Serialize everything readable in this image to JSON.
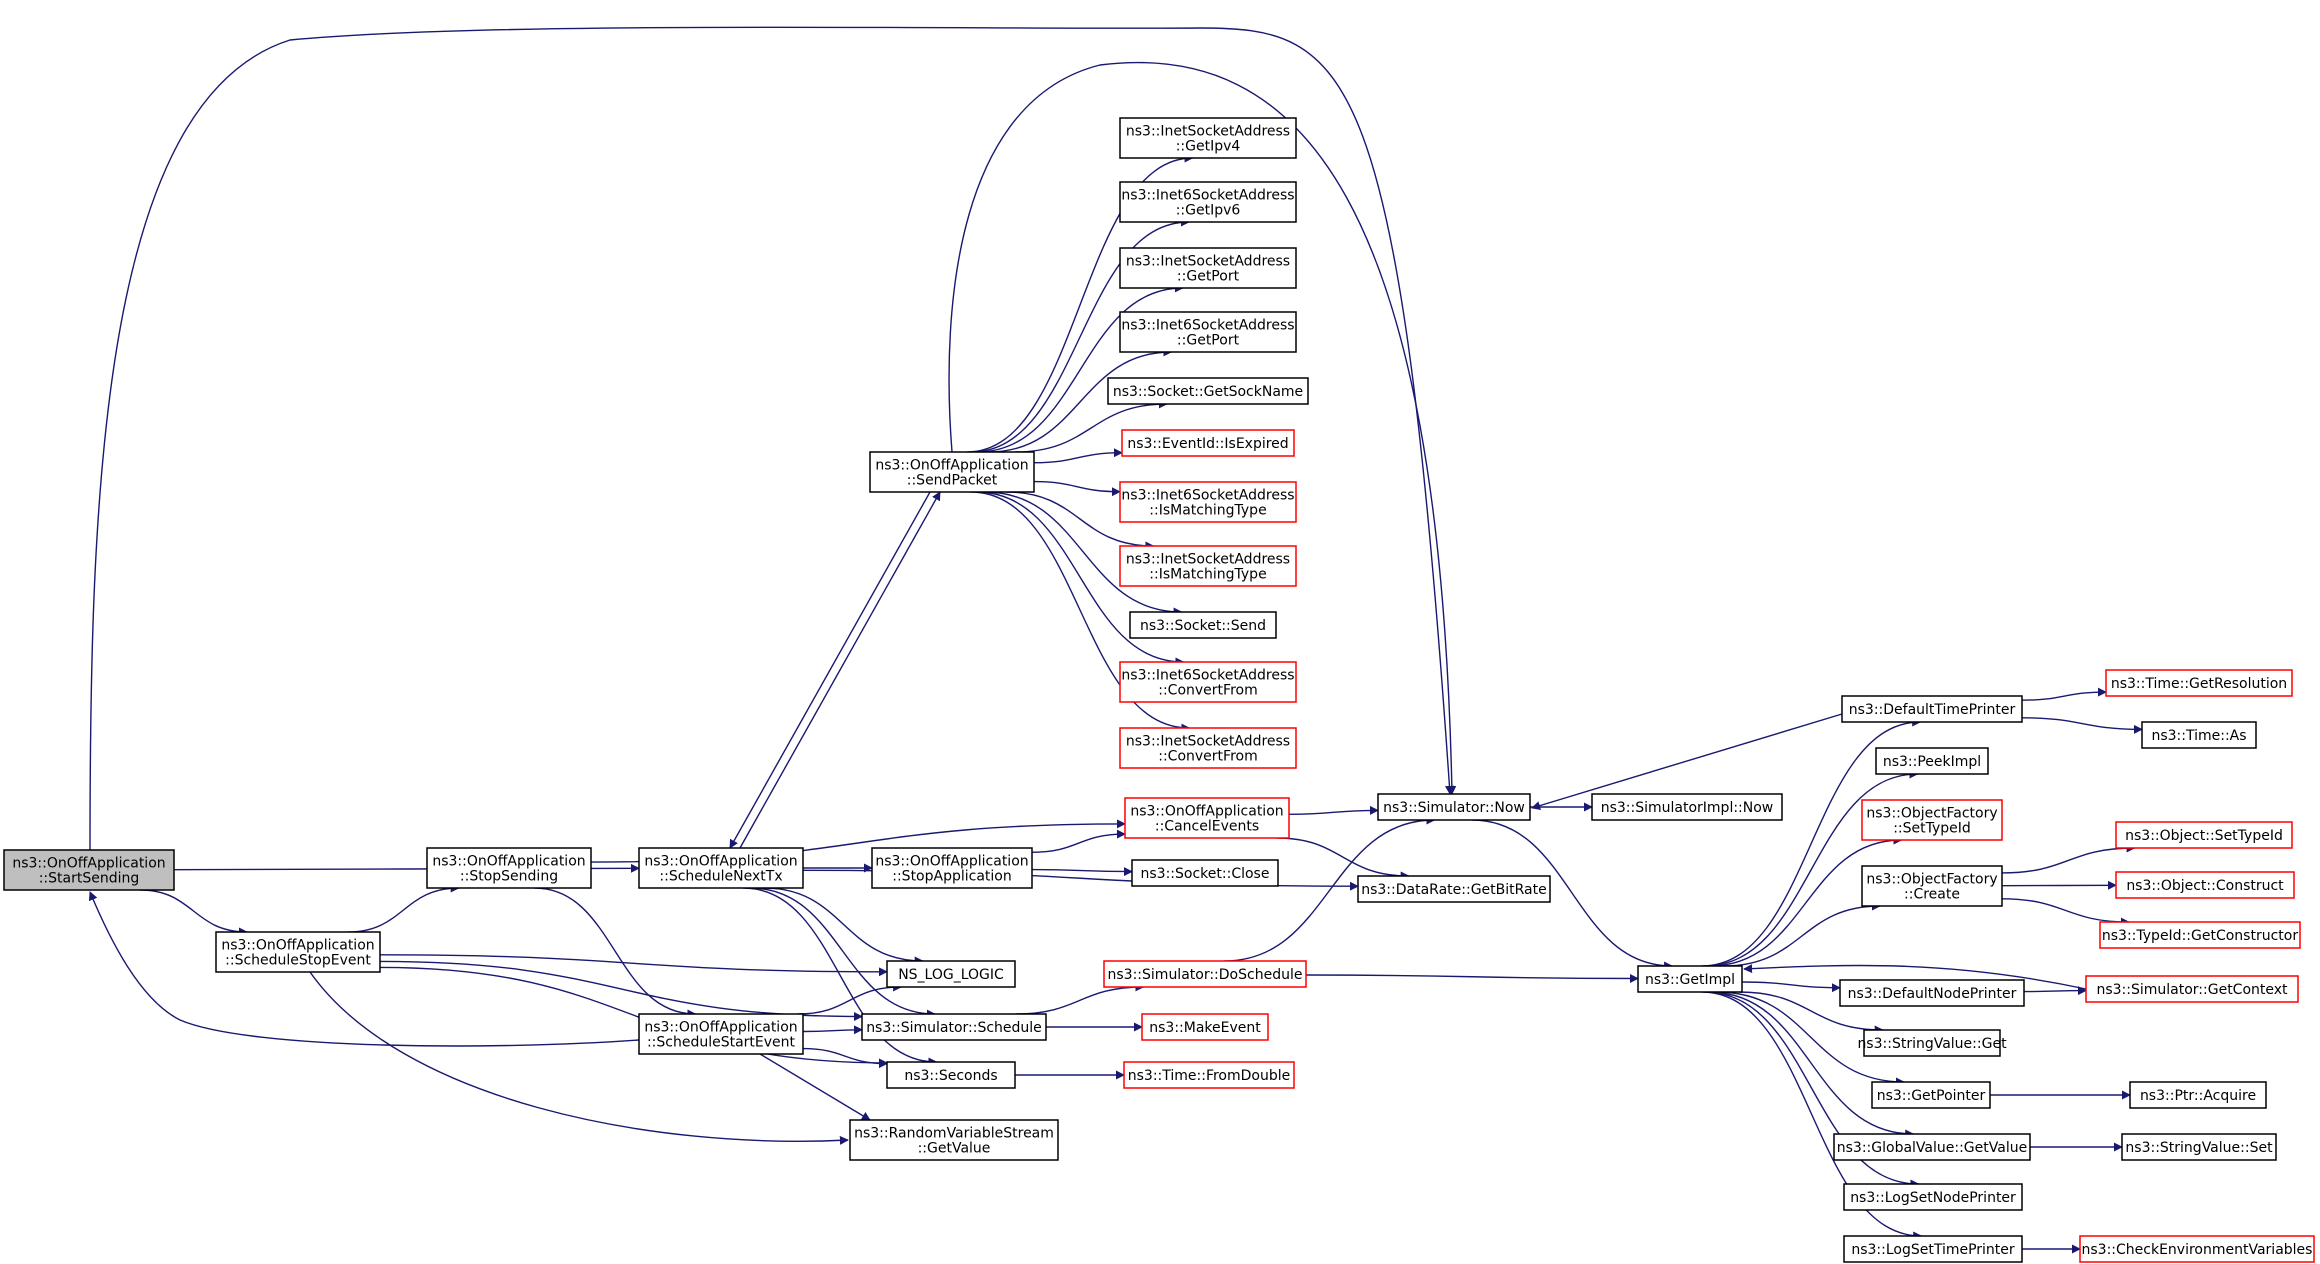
{
  "nodes": [
    {
      "id": "start_sending",
      "lines": [
        "ns3::OnOffApplication",
        "::StartSending"
      ],
      "style": "root"
    },
    {
      "id": "schedule_stop_event",
      "lines": [
        "ns3::OnOffApplication",
        "::ScheduleStopEvent"
      ],
      "style": "normal"
    },
    {
      "id": "stop_sending",
      "lines": [
        "ns3::OnOffApplication",
        "::StopSending"
      ],
      "style": "normal"
    },
    {
      "id": "schedule_next_tx",
      "lines": [
        "ns3::OnOffApplication",
        "::ScheduleNextTx"
      ],
      "style": "normal"
    },
    {
      "id": "schedule_start_event",
      "lines": [
        "ns3::OnOffApplication",
        "::ScheduleStartEvent"
      ],
      "style": "normal"
    },
    {
      "id": "send_packet",
      "lines": [
        "ns3::OnOffApplication",
        "::SendPacket"
      ],
      "style": "normal"
    },
    {
      "id": "stop_application",
      "lines": [
        "ns3::OnOffApplication",
        "::StopApplication"
      ],
      "style": "normal"
    },
    {
      "id": "cancel_events",
      "lines": [
        "ns3::OnOffApplication",
        "::CancelEvents"
      ],
      "style": "missing"
    },
    {
      "id": "ns_log_logic",
      "lines": [
        "NS_LOG_LOGIC"
      ],
      "style": "normal"
    },
    {
      "id": "simulator_schedule",
      "lines": [
        "ns3::Simulator::Schedule"
      ],
      "style": "normal"
    },
    {
      "id": "seconds",
      "lines": [
        "ns3::Seconds"
      ],
      "style": "normal"
    },
    {
      "id": "rvs_getvalue",
      "lines": [
        "ns3::RandomVariableStream",
        "::GetValue"
      ],
      "style": "normal"
    },
    {
      "id": "get_ipv4",
      "lines": [
        "ns3::InetSocketAddress",
        "::GetIpv4"
      ],
      "style": "normal"
    },
    {
      "id": "get_ipv6",
      "lines": [
        "ns3::Inet6SocketAddress",
        "::GetIpv6"
      ],
      "style": "normal"
    },
    {
      "id": "inet_get_port",
      "lines": [
        "ns3::InetSocketAddress",
        "::GetPort"
      ],
      "style": "normal"
    },
    {
      "id": "inet6_get_port",
      "lines": [
        "ns3::Inet6SocketAddress",
        "::GetPort"
      ],
      "style": "normal"
    },
    {
      "id": "get_sock_name",
      "lines": [
        "ns3::Socket::GetSockName"
      ],
      "style": "normal"
    },
    {
      "id": "is_expired",
      "lines": [
        "ns3::EventId::IsExpired"
      ],
      "style": "missing"
    },
    {
      "id": "inet6_is_matching",
      "lines": [
        "ns3::Inet6SocketAddress",
        "::IsMatchingType"
      ],
      "style": "missing"
    },
    {
      "id": "inet_is_matching",
      "lines": [
        "ns3::InetSocketAddress",
        "::IsMatchingType"
      ],
      "style": "missing"
    },
    {
      "id": "socket_send",
      "lines": [
        "ns3::Socket::Send"
      ],
      "style": "normal"
    },
    {
      "id": "inet6_convert_from",
      "lines": [
        "ns3::Inet6SocketAddress",
        "::ConvertFrom"
      ],
      "style": "missing"
    },
    {
      "id": "inet_convert_from",
      "lines": [
        "ns3::InetSocketAddress",
        "::ConvertFrom"
      ],
      "style": "missing"
    },
    {
      "id": "socket_close",
      "lines": [
        "ns3::Socket::Close"
      ],
      "style": "normal"
    },
    {
      "id": "do_schedule",
      "lines": [
        "ns3::Simulator::DoSchedule"
      ],
      "style": "missing"
    },
    {
      "id": "make_event",
      "lines": [
        "ns3::MakeEvent"
      ],
      "style": "missing"
    },
    {
      "id": "from_double",
      "lines": [
        "ns3::Time::FromDouble"
      ],
      "style": "missing"
    },
    {
      "id": "simulator_now",
      "lines": [
        "ns3::Simulator::Now"
      ],
      "style": "normal"
    },
    {
      "id": "get_bit_rate",
      "lines": [
        "ns3::DataRate::GetBitRate"
      ],
      "style": "normal"
    },
    {
      "id": "simimpl_now",
      "lines": [
        "ns3::SimulatorImpl::Now"
      ],
      "style": "normal"
    },
    {
      "id": "get_impl",
      "lines": [
        "ns3::GetImpl"
      ],
      "style": "normal"
    },
    {
      "id": "default_time_printer",
      "lines": [
        "ns3::DefaultTimePrinter"
      ],
      "style": "normal"
    },
    {
      "id": "peek_impl",
      "lines": [
        "ns3::PeekImpl"
      ],
      "style": "normal"
    },
    {
      "id": "of_set_type_id",
      "lines": [
        "ns3::ObjectFactory",
        "::SetTypeId"
      ],
      "style": "missing"
    },
    {
      "id": "of_create",
      "lines": [
        "ns3::ObjectFactory",
        "::Create"
      ],
      "style": "normal"
    },
    {
      "id": "default_node_printer",
      "lines": [
        "ns3::DefaultNodePrinter"
      ],
      "style": "normal"
    },
    {
      "id": "string_value_get",
      "lines": [
        "ns3::StringValue::Get"
      ],
      "style": "normal"
    },
    {
      "id": "get_pointer",
      "lines": [
        "ns3::GetPointer"
      ],
      "style": "normal"
    },
    {
      "id": "global_value_get",
      "lines": [
        "ns3::GlobalValue::GetValue"
      ],
      "style": "normal"
    },
    {
      "id": "log_set_node_printer",
      "lines": [
        "ns3::LogSetNodePrinter"
      ],
      "style": "normal"
    },
    {
      "id": "log_set_time_printer",
      "lines": [
        "ns3::LogSetTimePrinter"
      ],
      "style": "normal"
    },
    {
      "id": "time_get_resolution",
      "lines": [
        "ns3::Time::GetResolution"
      ],
      "style": "missing"
    },
    {
      "id": "time_as",
      "lines": [
        "ns3::Time::As"
      ],
      "style": "normal"
    },
    {
      "id": "object_set_type_id",
      "lines": [
        "ns3::Object::SetTypeId"
      ],
      "style": "missing"
    },
    {
      "id": "object_construct",
      "lines": [
        "ns3::Object::Construct"
      ],
      "style": "missing"
    },
    {
      "id": "typeid_get_constructor",
      "lines": [
        "ns3::TypeId::GetConstructor"
      ],
      "style": "missing"
    },
    {
      "id": "simulator_get_context",
      "lines": [
        "ns3::Simulator::GetContext"
      ],
      "style": "missing"
    },
    {
      "id": "ptr_acquire",
      "lines": [
        "ns3::Ptr::Acquire"
      ],
      "style": "normal"
    },
    {
      "id": "string_value_set",
      "lines": [
        "ns3::StringValue::Set"
      ],
      "style": "normal"
    },
    {
      "id": "check_env_vars",
      "lines": [
        "ns3::CheckEnvironmentVariables"
      ],
      "style": "missing"
    }
  ],
  "edges": [
    [
      "start_sending",
      "schedule_stop_event"
    ],
    [
      "start_sending",
      "schedule_next_tx"
    ],
    [
      "start_sending",
      "simulator_now"
    ],
    [
      "schedule_stop_event",
      "stop_sending"
    ],
    [
      "schedule_stop_event",
      "ns_log_logic"
    ],
    [
      "schedule_stop_event",
      "simulator_schedule"
    ],
    [
      "schedule_stop_event",
      "seconds"
    ],
    [
      "schedule_stop_event",
      "rvs_getvalue"
    ],
    [
      "stop_sending",
      "cancel_events"
    ],
    [
      "stop_sending",
      "schedule_start_event"
    ],
    [
      "schedule_start_event",
      "start_sending"
    ],
    [
      "schedule_start_event",
      "ns_log_logic"
    ],
    [
      "schedule_start_event",
      "simulator_schedule"
    ],
    [
      "schedule_start_event",
      "seconds"
    ],
    [
      "schedule_start_event",
      "rvs_getvalue"
    ],
    [
      "schedule_next_tx",
      "send_packet"
    ],
    [
      "send_packet",
      "schedule_next_tx"
    ],
    [
      "schedule_next_tx",
      "stop_application"
    ],
    [
      "schedule_next_tx",
      "get_bit_rate"
    ],
    [
      "schedule_next_tx",
      "ns_log_logic"
    ],
    [
      "schedule_next_tx",
      "simulator_schedule"
    ],
    [
      "schedule_next_tx",
      "seconds"
    ],
    [
      "stop_application",
      "cancel_events"
    ],
    [
      "stop_application",
      "socket_close"
    ],
    [
      "send_packet",
      "get_ipv4"
    ],
    [
      "send_packet",
      "get_ipv6"
    ],
    [
      "send_packet",
      "inet_get_port"
    ],
    [
      "send_packet",
      "inet6_get_port"
    ],
    [
      "send_packet",
      "get_sock_name"
    ],
    [
      "send_packet",
      "is_expired"
    ],
    [
      "send_packet",
      "inet6_is_matching"
    ],
    [
      "send_packet",
      "inet_is_matching"
    ],
    [
      "send_packet",
      "socket_send"
    ],
    [
      "send_packet",
      "inet6_convert_from"
    ],
    [
      "send_packet",
      "inet_convert_from"
    ],
    [
      "send_packet",
      "simulator_now"
    ],
    [
      "cancel_events",
      "simulator_now"
    ],
    [
      "cancel_events",
      "get_bit_rate"
    ],
    [
      "simulator_schedule",
      "do_schedule"
    ],
    [
      "simulator_schedule",
      "make_event"
    ],
    [
      "seconds",
      "from_double"
    ],
    [
      "do_schedule",
      "simulator_now"
    ],
    [
      "do_schedule",
      "get_impl"
    ],
    [
      "simulator_now",
      "simimpl_now"
    ],
    [
      "simulator_now",
      "get_impl"
    ],
    [
      "default_time_printer",
      "simulator_now"
    ],
    [
      "get_impl",
      "default_time_printer"
    ],
    [
      "get_impl",
      "peek_impl"
    ],
    [
      "get_impl",
      "of_set_type_id"
    ],
    [
      "get_impl",
      "of_create"
    ],
    [
      "get_impl",
      "default_node_printer"
    ],
    [
      "get_impl",
      "string_value_get"
    ],
    [
      "get_impl",
      "get_pointer"
    ],
    [
      "get_impl",
      "global_value_get"
    ],
    [
      "get_impl",
      "log_set_node_printer"
    ],
    [
      "get_impl",
      "log_set_time_printer"
    ],
    [
      "default_time_printer",
      "time_get_resolution"
    ],
    [
      "default_time_printer",
      "time_as"
    ],
    [
      "of_create",
      "object_set_type_id"
    ],
    [
      "of_create",
      "object_construct"
    ],
    [
      "of_create",
      "typeid_get_constructor"
    ],
    [
      "default_node_printer",
      "simulator_get_context"
    ],
    [
      "simulator_get_context",
      "get_impl"
    ],
    [
      "get_pointer",
      "ptr_acquire"
    ],
    [
      "global_value_get",
      "string_value_set"
    ],
    [
      "log_set_time_printer",
      "check_env_vars"
    ]
  ]
}
